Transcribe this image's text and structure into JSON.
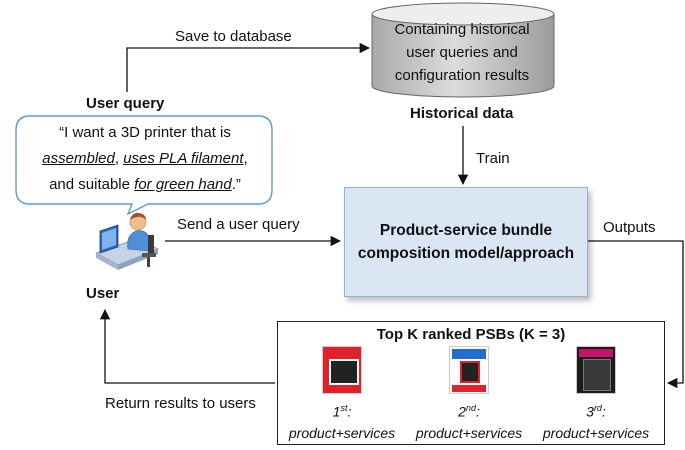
{
  "database": {
    "lines": [
      "Containing historical",
      "user queries and",
      "configuration results"
    ],
    "caption": "Historical data"
  },
  "edges": {
    "save": "Save to database",
    "train": "Train",
    "send": "Send a user query",
    "outputs": "Outputs",
    "return": "Return results to users"
  },
  "user_query": {
    "heading": "User query",
    "line1": "“I want a 3D printer that is",
    "line2_u1": "assembled",
    "line2_sep": ", ",
    "line2_u2": "uses PLA filament",
    "line2_end": ",",
    "line3_start": "and suitable ",
    "line3_u": "for green hand",
    "line3_end": ".”"
  },
  "user": {
    "label": "User",
    "icon": "user-at-computer-icon"
  },
  "model": {
    "line1": "Product-service bundle",
    "line2": "composition model/approach"
  },
  "psbs": {
    "title": "Top K ranked PSBs (K = 3)",
    "items": [
      {
        "rank": "1",
        "suffix": "st",
        "label": "product+services",
        "thumb_color": "#e0232b"
      },
      {
        "rank": "2",
        "suffix": "nd",
        "label": "product+services",
        "thumb_color": "#1f6fd1"
      },
      {
        "rank": "3",
        "suffix": "rd",
        "label": "product+services",
        "thumb_color": "#c4146a"
      }
    ]
  }
}
